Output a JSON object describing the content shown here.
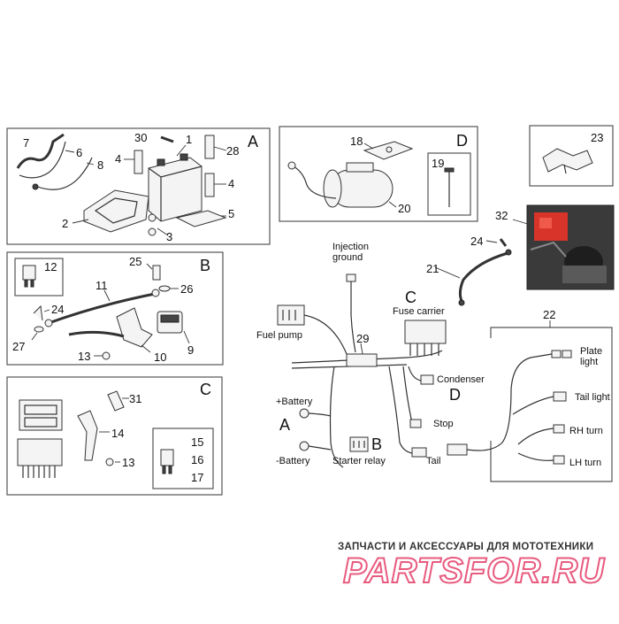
{
  "sections": {
    "battery_box": {
      "letter": "A",
      "callouts": [
        "1",
        "2",
        "3",
        "4",
        "4",
        "5",
        "6",
        "7",
        "8",
        "28",
        "30"
      ]
    },
    "relay_box": {
      "letter": "B",
      "callouts": [
        "9",
        "10",
        "11",
        "12",
        "13",
        "24",
        "25",
        "26",
        "27"
      ]
    },
    "fuse_box": {
      "letter": "C",
      "callouts": [
        "13",
        "14",
        "15",
        "16",
        "17",
        "31"
      ]
    },
    "canister_box": {
      "letter": "D",
      "callouts": [
        "18",
        "19",
        "20"
      ]
    },
    "clip_box": {
      "callouts": [
        "23"
      ]
    }
  },
  "loose_callouts": [
    "21",
    "22",
    "24",
    "29",
    "32"
  ],
  "wiring": {
    "injection_ground": "Injection\nground",
    "fuel_pump": "Fuel pump",
    "fuse_carrier_letter": "C",
    "fuse_carrier": "Fuse carrier",
    "condenser": "Condenser",
    "condenser_letter": "D",
    "battery_letter": "A",
    "plus_battery": "+Battery",
    "minus_battery": "-Battery",
    "starter_letter": "B",
    "starter_relay": "Starter relay",
    "stop": "Stop",
    "tail": "Tail",
    "plate_light": "Plate\nlight",
    "tail_light": "Tail light",
    "rh_turn": "RH turn",
    "lh_turn": "LH turn"
  },
  "watermark": {
    "tagline": "ЗАПЧАСТИ И АКСЕССУАРЫ ДЛЯ МОТОТЕХНИКИ",
    "brand": "PARTSFOR.RU"
  },
  "colors": {
    "photo_red": "#d8342a",
    "watermark_pink": "#e85a7e",
    "lines": "#333333"
  }
}
